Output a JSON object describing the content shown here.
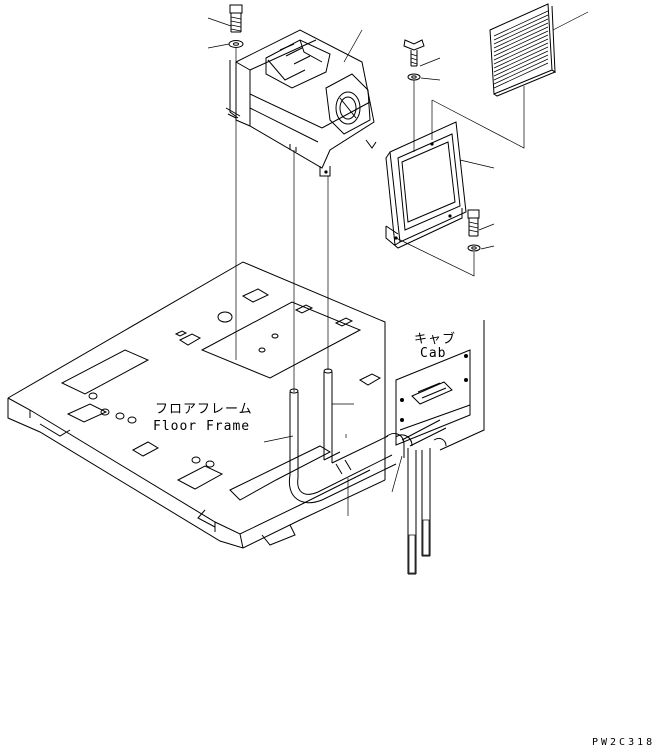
{
  "labels": {
    "cab_jp": "キャブ",
    "cab_en": "Cab",
    "floor_frame_jp": "フロアフレーム",
    "floor_frame_en": "Floor Frame"
  },
  "drawing_code": "PW2C318"
}
